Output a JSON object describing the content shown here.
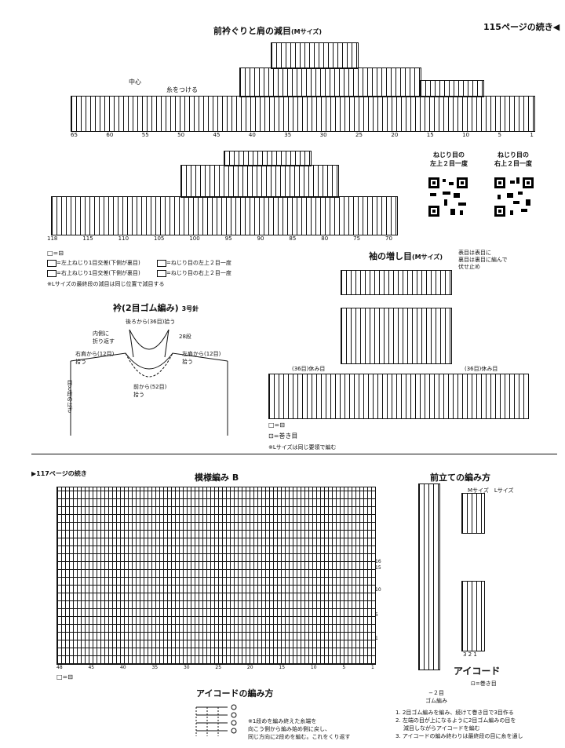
{
  "header": {
    "continue_from": "115ページの続き◀"
  },
  "top_chart": {
    "title": "前衿ぐりと肩の減目",
    "size_note": "(Mサイズ)",
    "center_label": "中心",
    "thread_label": "糸をつける",
    "row1_ticks": [
      "65",
      "60",
      "55",
      "50",
      "45",
      "40",
      "35",
      "30",
      "25",
      "20",
      "15",
      "10",
      "5",
      "1"
    ],
    "row2_ticks": [
      "118",
      "115",
      "110",
      "105",
      "100",
      "95",
      "90",
      "85",
      "80",
      "75",
      "70"
    ]
  },
  "qr_codes": [
    {
      "label_line1": "ねじり目の",
      "label_line2": "左上２目一度"
    },
    {
      "label_line1": "ねじり目の",
      "label_line2": "右上２目一度"
    }
  ],
  "symbol_legend": {
    "equals": "□=⊟",
    "items": [
      "=左上ねじり1目交差(下側が裏目)",
      "=ねじり目の左上２目一度",
      "=右上ねじり1目交差(下側が裏目)",
      "=ねじり目の右上２目一度"
    ],
    "note": "※Lサイズの最終段の減目は同じ位置で減目する"
  },
  "collar": {
    "title": "衿(2目ゴム編み)",
    "needle": "3号針",
    "back_pick": "後ろから(36目)拾う",
    "inside_fold": "内側に",
    "inside_fold2": "折り返す",
    "rows": "28段",
    "right_shoulder": "右肩から(12目)",
    "right_shoulder2": "拾う",
    "left_shoulder": "左肩から(12目)",
    "left_shoulder2": "拾う",
    "front_pick": "前から(52目)",
    "front_pick2": "拾う",
    "seam": "目と段のはぎ"
  },
  "sleeve": {
    "title": "袖の増し目",
    "size_note": "(Mサイズ)",
    "bindoff_note1": "表目は表目に",
    "bindoff_note2": "裏目は裏目に編んで",
    "bindoff_note3": "伏せ止め",
    "rest_left": "(36目)休み目",
    "rest_right": "(36目)休み目",
    "legend1": "□=⊟",
    "legend2": "⊡=巻き目",
    "note": "※Lサイズは同じ要領で編む"
  },
  "pattern_b": {
    "continue_from": "▶117ページの続き",
    "title": "模様編み B",
    "row_labels": [
      "16",
      "15",
      "10",
      "5",
      "1"
    ],
    "col_ticks": [
      "48",
      "45",
      "40",
      "35",
      "30",
      "25",
      "20",
      "15",
      "10",
      "5",
      "1"
    ],
    "legend": "□=⊟"
  },
  "i_cord": {
    "title": "アイコードの編み方",
    "note1": "※1段めを編み終えた糸端を",
    "note2": "向こう側から編み始め側に戻し、",
    "note3": "同じ方向に2段めを編む。これをくり返す"
  },
  "front_band": {
    "title": "前立ての編み方",
    "size_m": "Mサイズ",
    "size_l": "Lサイズ",
    "icord_label": "アイコード",
    "rib_label": "−２目",
    "rib_label2": "ゴム編み",
    "cols": "3 2 1",
    "legend": "⊡=巻き目",
    "steps": [
      "1. 2目ゴム編みを編み、続けて巻き目で3目作る",
      "2. 左端の目が上になるように2目ゴム編みの目を",
      "減目しながらアイコードを編む",
      "3. アイコードの編み終わりは最終段の目に糸を通し"
    ]
  }
}
